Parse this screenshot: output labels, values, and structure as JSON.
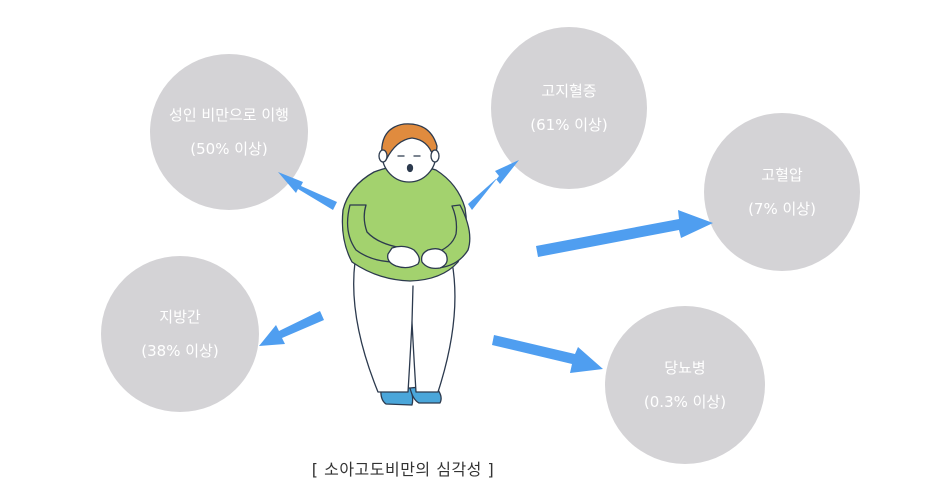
{
  "bubbles": [
    {
      "name": "성인 비만으로 이행",
      "pct": "(50% 이상)"
    },
    {
      "name": "고지혈증",
      "pct": "(61% 이상)"
    },
    {
      "name": "고혈압",
      "pct": "(7% 이상)"
    },
    {
      "name": "지방간",
      "pct": "(38% 이상)"
    },
    {
      "name": "당뇨병",
      "pct": "(0.3% 이상)"
    }
  ],
  "caption": "[ 소아고도비만의 심각성 ]",
  "colors": {
    "bubble": "#d4d3d6",
    "arrow": "#4f9ef0",
    "sweater": "#a3d26e",
    "hair": "#e08b3e",
    "shoes": "#4aa6da"
  }
}
